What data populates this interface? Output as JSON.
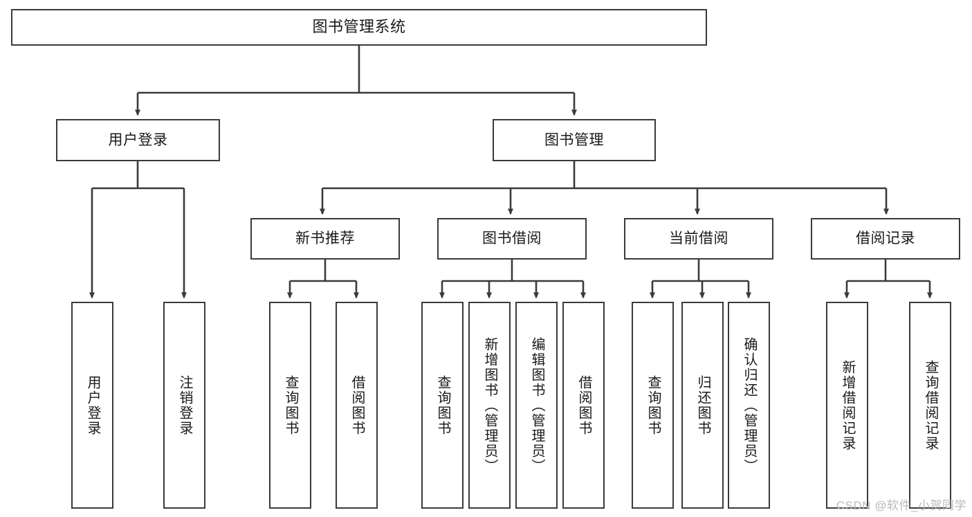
{
  "diagram": {
    "title": "图书管理系统",
    "type": "tree-hierarchy",
    "stroke_color": "#3a3a3a",
    "fill_color": "#ffffff",
    "text_color": "#1a1a1a",
    "watermark": "CSDN @软件_小贺同学"
  },
  "nodes": {
    "root": {
      "label": "图书管理系统"
    },
    "level2": [
      {
        "label": "用户登录"
      },
      {
        "label": "图书管理"
      }
    ],
    "level3": [
      {
        "label": "新书推荐"
      },
      {
        "label": "图书借阅"
      },
      {
        "label": "当前借阅"
      },
      {
        "label": "借阅记录"
      }
    ],
    "leaves": {
      "user_login": [
        {
          "label": "用户登录"
        },
        {
          "label": "注销登录"
        }
      ],
      "new_book_recommend": [
        {
          "label": "查询图书"
        },
        {
          "label": "借阅图书"
        }
      ],
      "book_borrow": [
        {
          "label": "查询图书"
        },
        {
          "label": "新增图书（管理员）"
        },
        {
          "label": "编辑图书（管理员）"
        },
        {
          "label": "借阅图书"
        }
      ],
      "current_borrow": [
        {
          "label": "查询图书"
        },
        {
          "label": "归还图书"
        },
        {
          "label": "确认归还（管理员）"
        }
      ],
      "borrow_record": [
        {
          "label": "新增借阅记录"
        },
        {
          "label": "查询借阅记录"
        }
      ]
    }
  }
}
